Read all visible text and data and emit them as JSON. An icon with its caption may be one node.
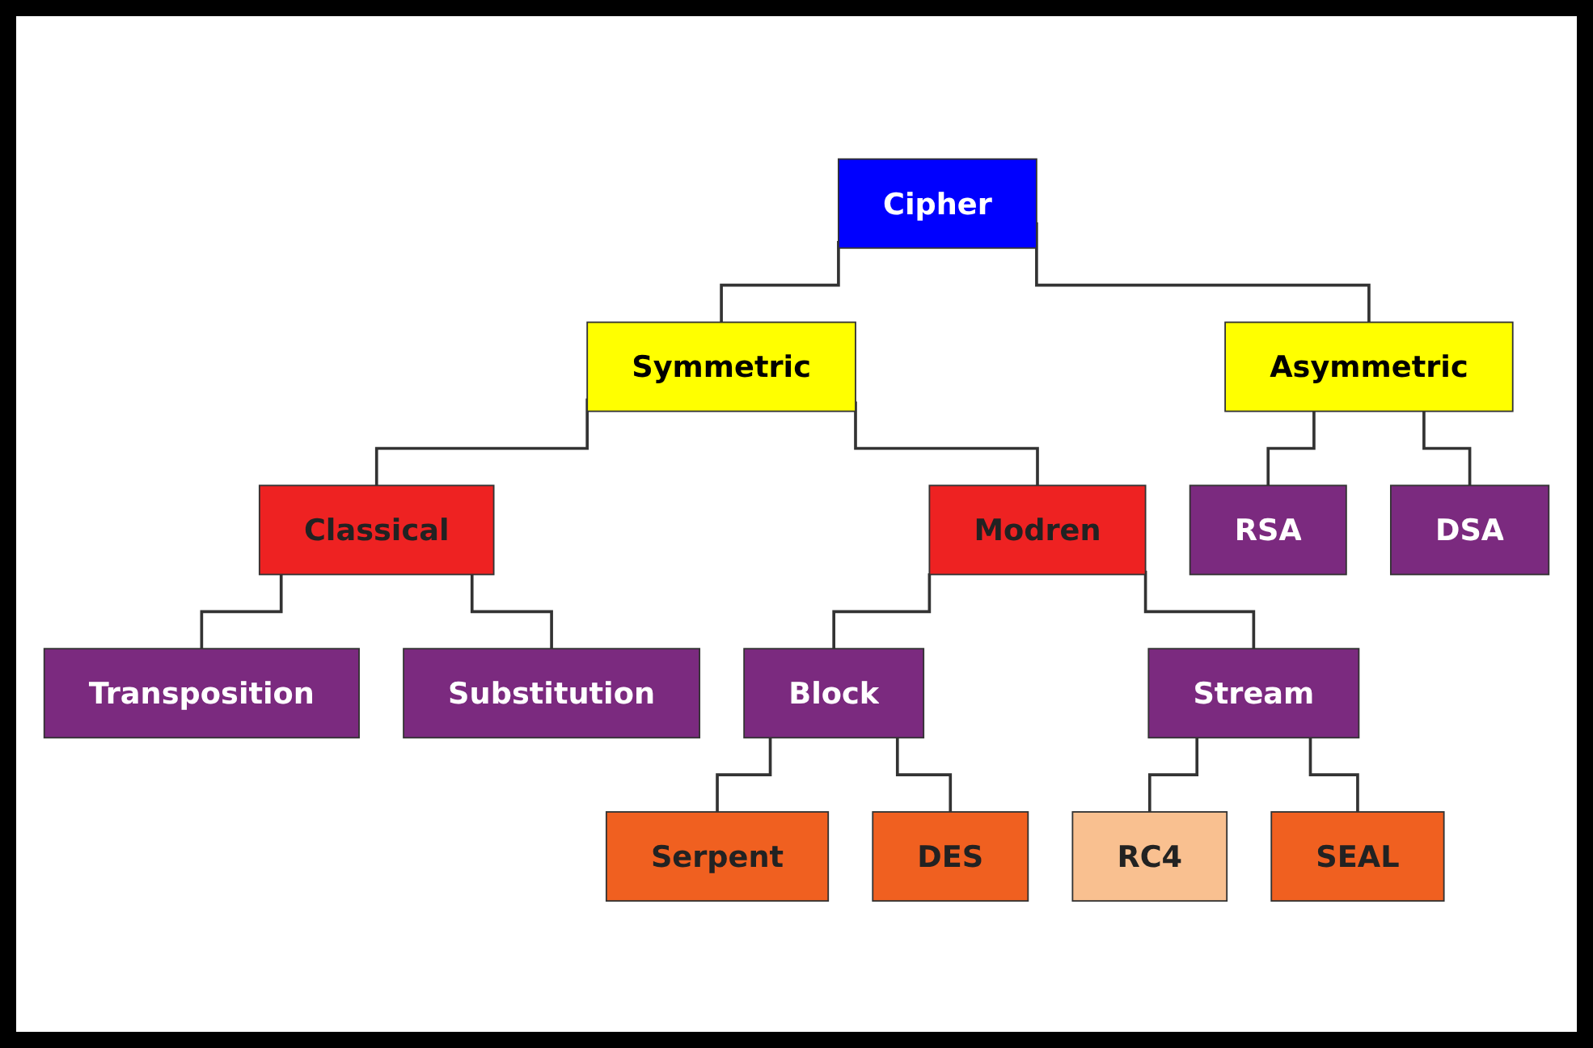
{
  "diagram": {
    "nodes": [
      {
        "text": [
          "Cipher"
        ]
      },
      {
        "text": [
          "Symmetric"
        ]
      },
      {
        "text": [
          "Asymmetric"
        ]
      },
      {
        "text": [
          "Classical"
        ]
      },
      {
        "text": [
          "Modren"
        ]
      },
      {
        "text": [
          "RSA"
        ]
      },
      {
        "text": [
          "DSA"
        ]
      },
      {
        "text": [
          "Transposition"
        ]
      },
      {
        "text": [
          "Substitution"
        ]
      },
      {
        "text": [
          "Block"
        ]
      },
      {
        "text": [
          "Stream"
        ]
      },
      {
        "text": [
          "Serpent"
        ]
      },
      {
        "text": [
          "DES"
        ]
      },
      {
        "text": [
          "RC4"
        ]
      },
      {
        "text": [
          "SEAL"
        ]
      }
    ],
    "edges": [
      {
        "from": 0,
        "to": 1,
        "arrow": "none"
      },
      {
        "from": 0,
        "to": 2,
        "arrow": "none"
      },
      {
        "from": 1,
        "to": 3,
        "arrow": "none"
      },
      {
        "from": 1,
        "to": 4,
        "arrow": "none"
      },
      {
        "from": 2,
        "to": 5,
        "arrow": "none"
      },
      {
        "from": 2,
        "to": 6,
        "arrow": "none"
      },
      {
        "from": 3,
        "to": 7,
        "arrow": "none"
      },
      {
        "from": 3,
        "to": 8,
        "arrow": "none"
      },
      {
        "from": 4,
        "to": 9,
        "arrow": "none"
      },
      {
        "from": 4,
        "to": 10,
        "arrow": "none"
      },
      {
        "from": 9,
        "to": 11,
        "arrow": "none"
      },
      {
        "from": 9,
        "to": 12,
        "arrow": "none"
      },
      {
        "from": 10,
        "to": 13,
        "arrow": "none"
      },
      {
        "from": 10,
        "to": 14,
        "arrow": "none"
      }
    ]
  }
}
